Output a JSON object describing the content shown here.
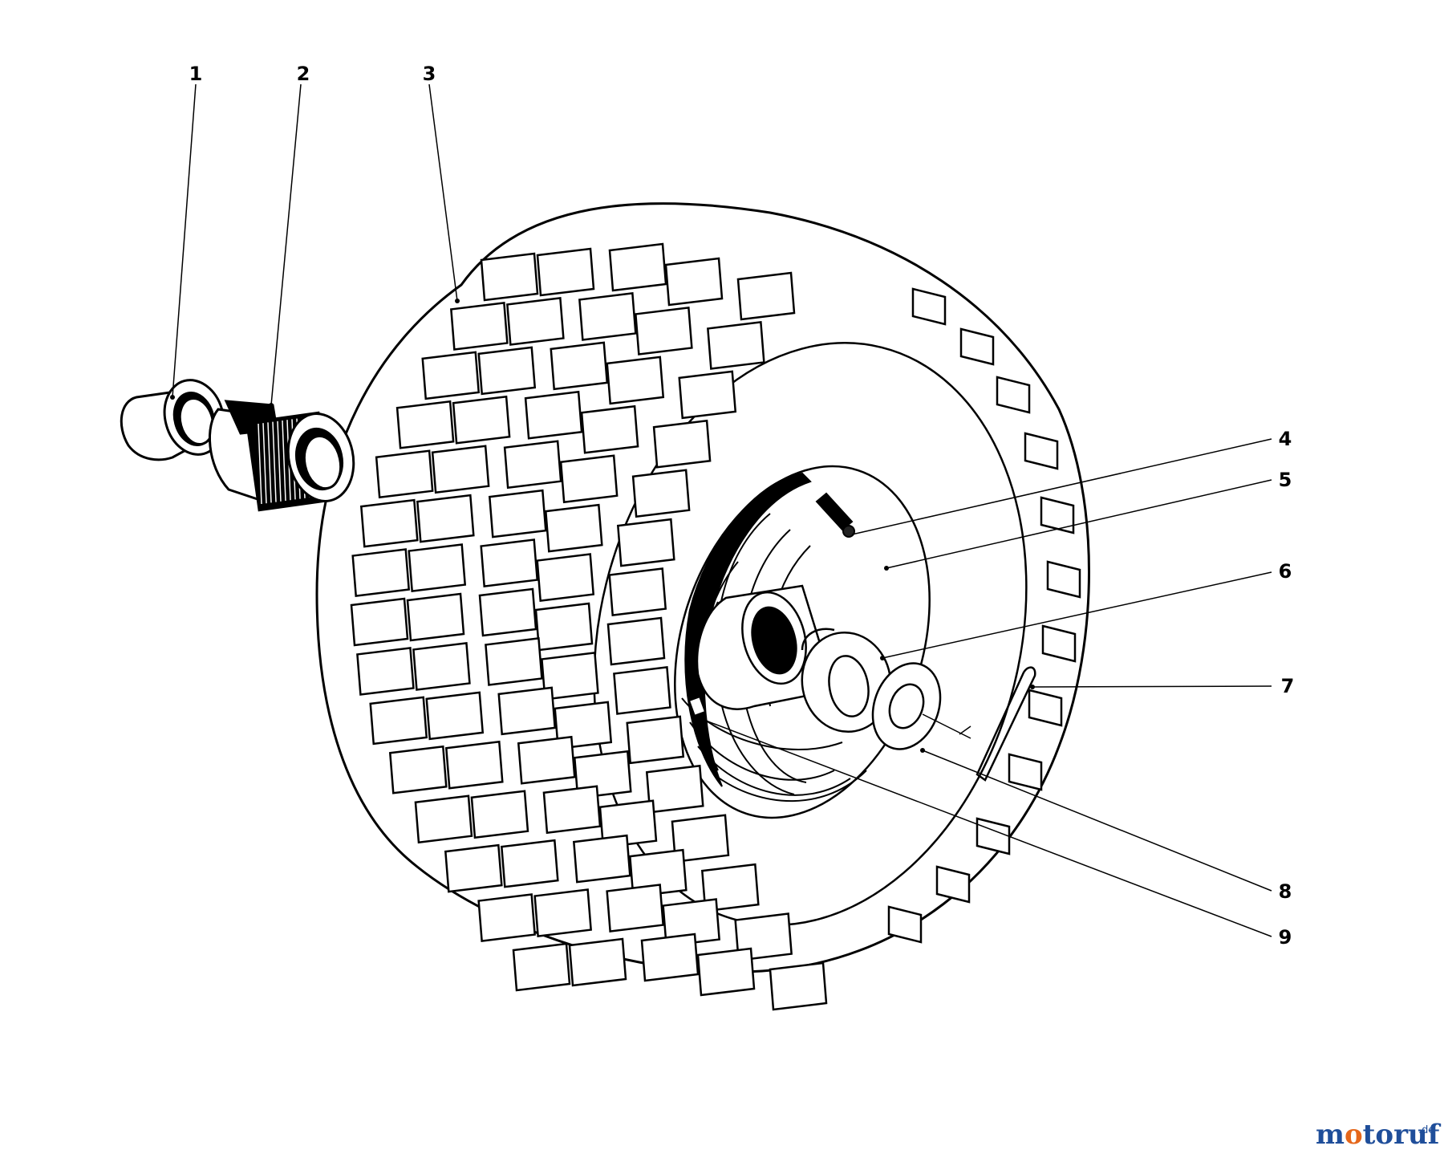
{
  "callouts": [
    {
      "id": "1",
      "label": "1"
    },
    {
      "id": "2",
      "label": "2"
    },
    {
      "id": "3",
      "label": "3"
    },
    {
      "id": "4",
      "label": "4"
    },
    {
      "id": "5",
      "label": "5"
    },
    {
      "id": "6",
      "label": "6"
    },
    {
      "id": "7",
      "label": "7"
    },
    {
      "id": "8",
      "label": "8"
    },
    {
      "id": "9",
      "label": "9"
    }
  ],
  "watermark": {
    "name": "motoruf",
    "tld": ".de",
    "colors": {
      "primary": "#1f4e9a",
      "accent": "#e5671b"
    }
  },
  "colors": {
    "ink": "#000000",
    "paper": "#ffffff"
  }
}
